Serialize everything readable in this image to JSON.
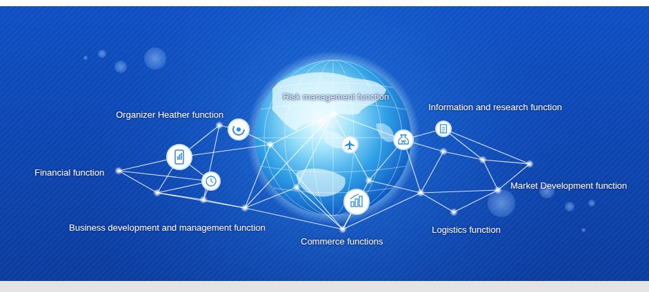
{
  "diagram": {
    "labels": [
      "Risk management function",
      "Information and research function",
      "Organizer Heather function",
      "Financial function",
      "Market Development function",
      "Business development and management function",
      "Logistics function",
      "Commerce functions"
    ]
  }
}
